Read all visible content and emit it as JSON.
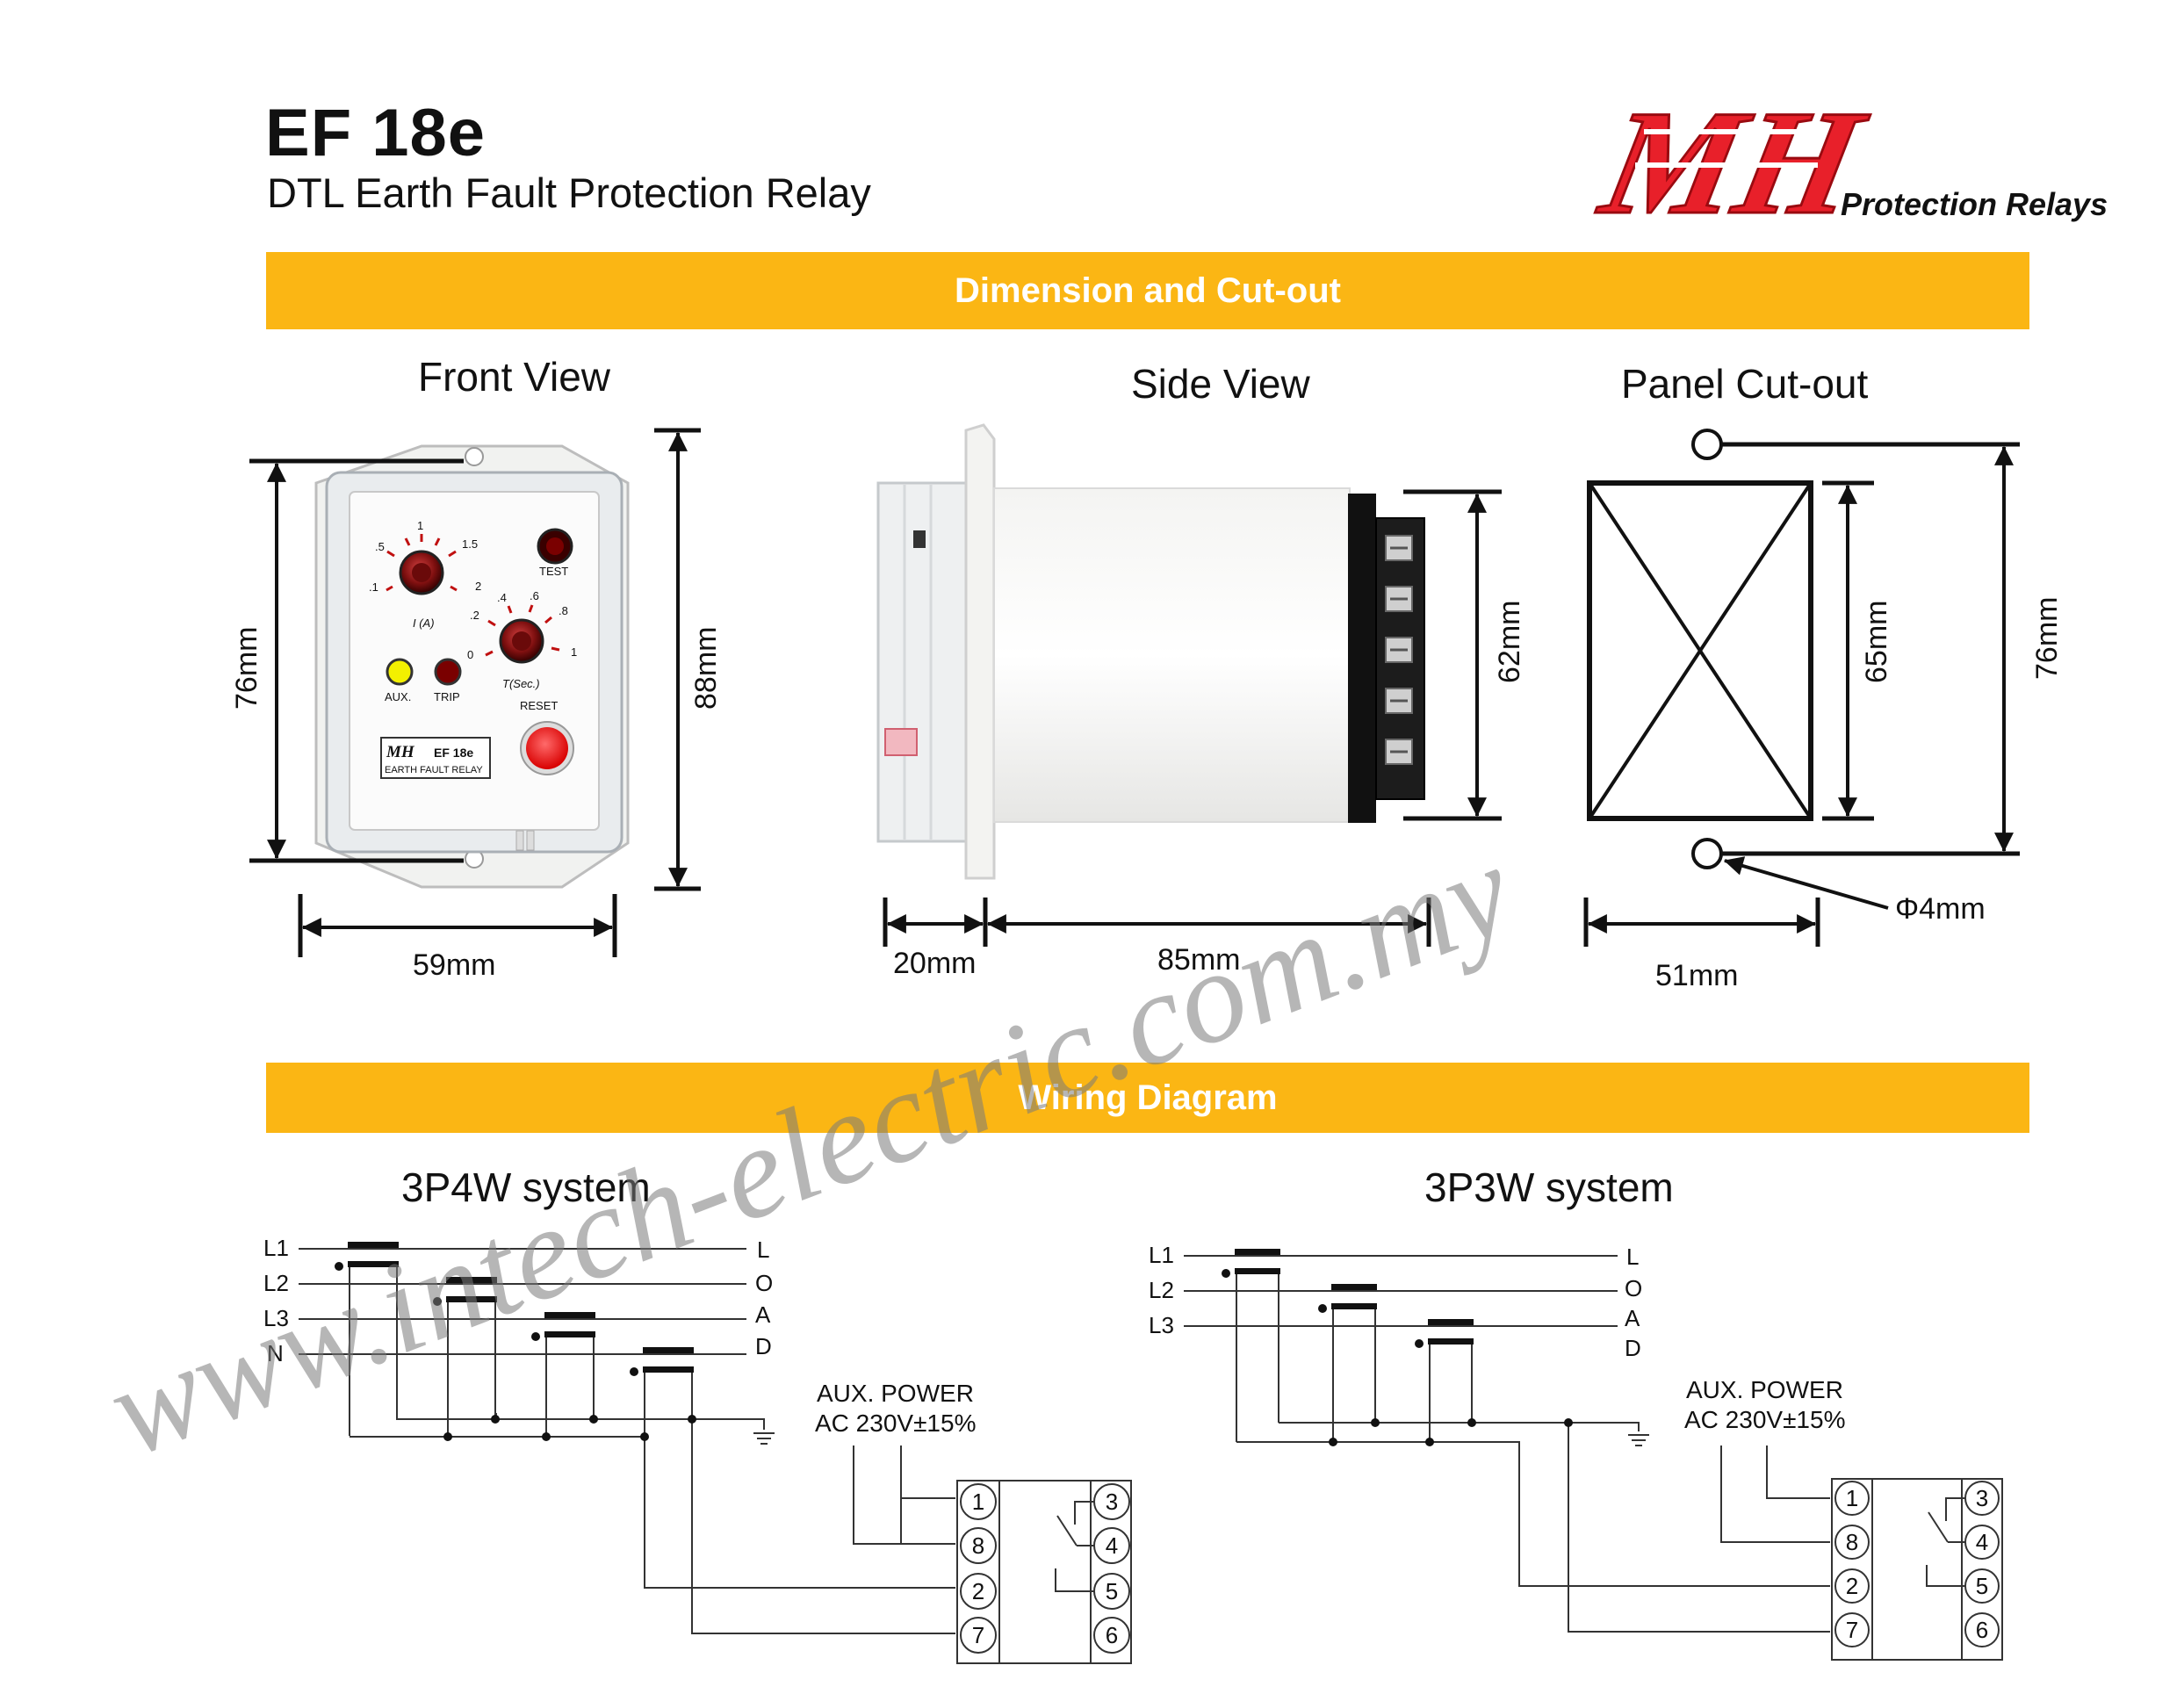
{
  "header": {
    "title": "EF 18e",
    "subtitle": "DTL Earth Fault Protection Relay",
    "logo_text": "MH",
    "logo_tagline": "Protection Relays"
  },
  "colors": {
    "band": "#fbb614",
    "logo_red": "#e8202a",
    "reset_red": "#ee2020",
    "aux_yellow": "#f3f000",
    "trip_red": "#a00000"
  },
  "sections": {
    "dimension": "Dimension and Cut-out",
    "wiring": "Wiring Diagram"
  },
  "views": {
    "front": {
      "title": "Front View",
      "height": "76mm",
      "overall_height": "88mm",
      "width": "59mm",
      "face": {
        "dial1_ticks": [
          ".1",
          ".5",
          "1",
          "1.5",
          "2"
        ],
        "dial1_label": "I (A)",
        "dial2_ticks": [
          "0",
          ".2",
          ".4",
          ".6",
          ".8",
          "1"
        ],
        "dial2_label": "T(Sec.)",
        "test": "TEST",
        "aux": "AUX.",
        "trip": "TRIP",
        "reset": "RESET",
        "plate_logo": "MH",
        "plate_model": "EF 18e",
        "plate_desc": "EARTH FAULT RELAY"
      }
    },
    "side": {
      "title": "Side View",
      "height": "62mm",
      "front_depth": "20mm",
      "depth": "85mm"
    },
    "cutout": {
      "title": "Panel Cut-out",
      "height": "65mm",
      "hole_pitch": "76mm",
      "width": "51mm",
      "hole": "Φ4mm"
    }
  },
  "wiring": {
    "system_4w": {
      "title": "3P4W system",
      "lines": [
        "L1",
        "L2",
        "L3",
        "N"
      ]
    },
    "system_3w": {
      "title": "3P3W system",
      "lines": [
        "L1",
        "L2",
        "L3"
      ]
    },
    "load": [
      "L",
      "O",
      "A",
      "D"
    ],
    "aux_power": [
      "AUX. POWER",
      "AC 230V±15%"
    ],
    "terminals_left": [
      "1",
      "8",
      "2",
      "7"
    ],
    "terminals_right": [
      "3",
      "4",
      "5",
      "6"
    ]
  },
  "watermark": "www.intech-electric.com.my"
}
